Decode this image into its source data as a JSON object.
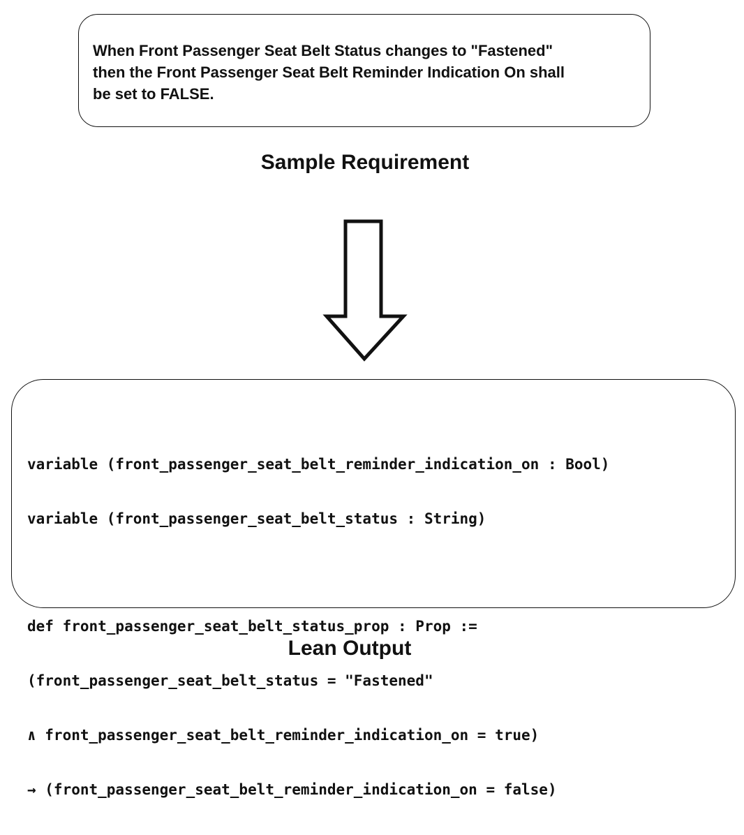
{
  "requirement": {
    "lines": [
      "When Front Passenger Seat Belt Status changes to \"Fastened\"",
      "then the Front Passenger Seat Belt Reminder Indication On shall",
      "be set to FALSE."
    ],
    "caption": "Sample Requirement"
  },
  "arrow": {
    "direction": "down"
  },
  "lean_output": {
    "code_lines": [
      "variable (front_passenger_seat_belt_reminder_indication_on : Bool)",
      "variable (front_passenger_seat_belt_status : String)",
      "def front_passenger_seat_belt_status_prop : Prop :=",
      "(front_passenger_seat_belt_status = \"Fastened\"",
      "∧ front_passenger_seat_belt_reminder_indication_on = true)",
      "→ (front_passenger_seat_belt_reminder_indication_on = false)"
    ],
    "caption": "Lean Output"
  },
  "colors": {
    "stroke": "#111111",
    "background": "#ffffff"
  }
}
